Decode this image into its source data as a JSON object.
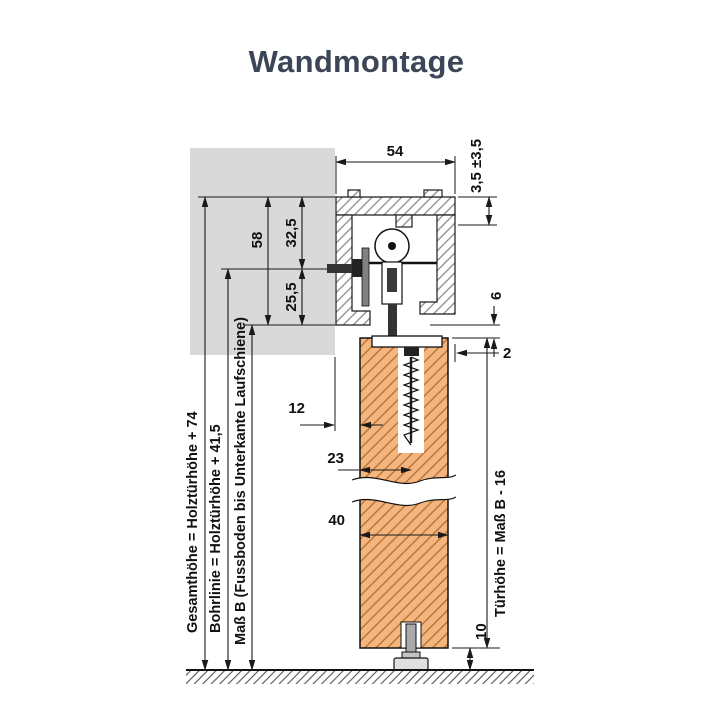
{
  "title": "Wandmontage",
  "dimensions": {
    "track_width": "54",
    "height_adjustment": "3,5 ±3,5",
    "profile_height": "58",
    "top_to_drill_line": "32,5",
    "drill_line_to_bottom": "25,5",
    "rail_to_door_gap": "6",
    "door_to_rail_offset": "2",
    "wall_to_door": "12",
    "door_face_to_screw_axis": "23",
    "door_thickness": "40",
    "floor_clearance": "10"
  },
  "formulas": {
    "gesamthoehe": "Gesamthöhe = Holztürhöhe + 74",
    "bohrlinie": "Bohrlinie = Holztürhöhe + 41,5",
    "mass_b": "Maß B (Fussboden bis Unterkante Laufschiene)",
    "tuerhoehe": "Türhöhe = Maß B - 16"
  },
  "colors": {
    "title": "#3d4656",
    "wall_fill": "#d9d9d9",
    "door_fill": "#f5b57f",
    "door_hatch": "#b06f2e",
    "line": "#1a1a1a"
  }
}
